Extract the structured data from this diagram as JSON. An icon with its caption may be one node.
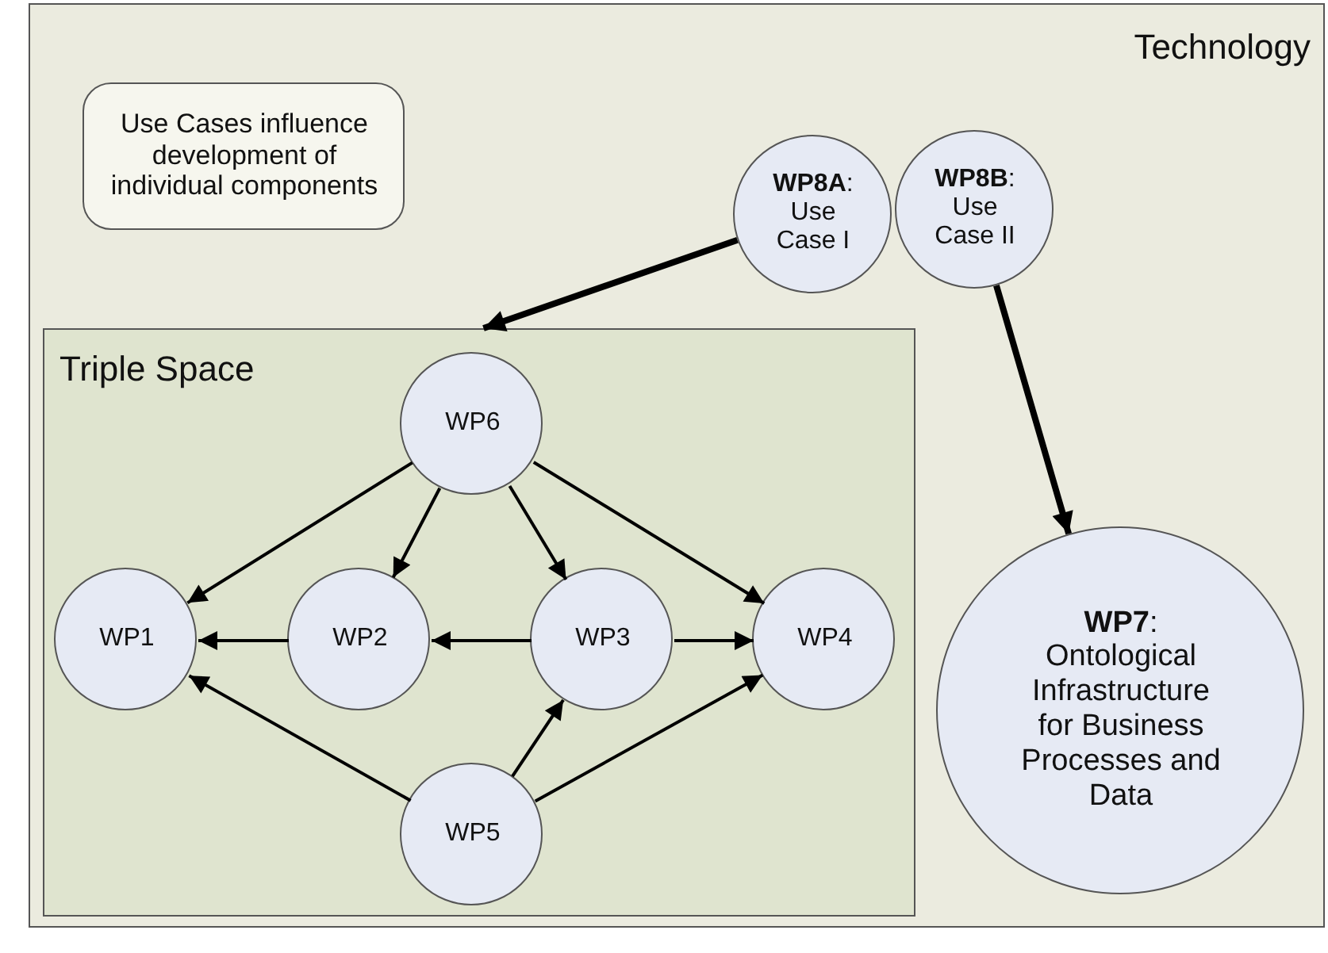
{
  "diagram": {
    "nodes": [
      {
        "text": [
          "Technology"
        ]
      },
      {
        "text": [
          "Use Cases influence development of individual components"
        ],
        "in": 0
      },
      {
        "text": [
          "**WP8A**: Use Case I"
        ],
        "in": 0
      },
      {
        "text": [
          "**WP8B**: Use Case II"
        ],
        "in": 0
      },
      {
        "text": [
          "Triple Space"
        ],
        "in": 0
      },
      {
        "text": [
          "WP6"
        ],
        "in": 4
      },
      {
        "text": [
          "WP1"
        ],
        "in": 4
      },
      {
        "text": [
          "WP2"
        ],
        "in": 4
      },
      {
        "text": [
          "WP3"
        ],
        "in": 4
      },
      {
        "text": [
          "WP4"
        ],
        "in": 4
      },
      {
        "text": [
          "WP5"
        ],
        "in": 4
      },
      {
        "text": [
          "**WP7**: Ontological Infrastructure for Business Processes and Data"
        ],
        "in": 0
      }
    ],
    "edges": [
      {
        "from": 2,
        "to": 4,
        "arrow": "to",
        "style": "thick"
      },
      {
        "from": 3,
        "to": 11,
        "arrow": "to",
        "style": "thick"
      },
      {
        "from": 5,
        "to": 6,
        "arrow": "to"
      },
      {
        "from": 5,
        "to": 7,
        "arrow": "to"
      },
      {
        "from": 5,
        "to": 8,
        "arrow": "to"
      },
      {
        "from": 5,
        "to": 9,
        "arrow": "to"
      },
      {
        "from": 7,
        "to": 6,
        "arrow": "to"
      },
      {
        "from": 8,
        "to": 7,
        "arrow": "to"
      },
      {
        "from": 8,
        "to": 9,
        "arrow": "to"
      },
      {
        "from": 10,
        "to": 6,
        "arrow": "to"
      },
      {
        "from": 10,
        "to": 8,
        "arrow": "to"
      },
      {
        "from": 10,
        "to": 9,
        "arrow": "to"
      }
    ]
  }
}
